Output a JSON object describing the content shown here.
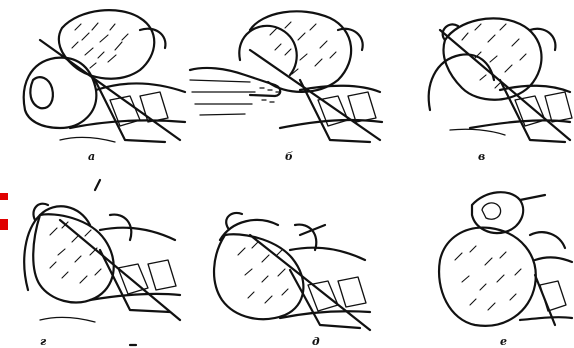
{
  "figure": {
    "panel_labels": [
      "а",
      "б",
      "в",
      "г",
      "д",
      "е"
    ],
    "ink_color": "#111111",
    "background_color": "#ffffff",
    "marker_color": "#e00000",
    "icons": [
      "red-square-marker-icon"
    ]
  }
}
